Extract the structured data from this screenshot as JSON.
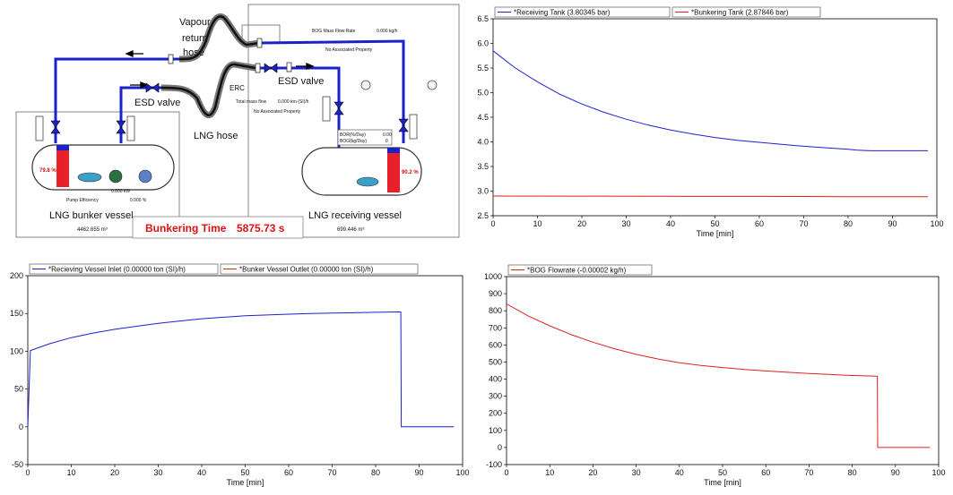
{
  "diagram": {
    "labels": {
      "vapour_return_1": "Vapour",
      "vapour_return_2": "return",
      "vapour_return_3": "hose",
      "bog_mass_flow_rate": "BOG Mass Flow Rate",
      "bog_mass_flow_value": "0.000 kg/h",
      "no_assoc_top": "No Associated Property",
      "erc": "ERC",
      "esd_valve_right": "ESD valve",
      "esd_valve_left": "ESD valve",
      "total_mass_flow": "Total mass flow",
      "total_mass_flow_value": "0.000 ton (SI)/h",
      "no_assoc_mid": "No Associated Property",
      "lng_hose": "LNG hose",
      "bor_label": "BOR(%/Day)",
      "bor_value": "0.00",
      "bog_label": "BOG(kg/Day)",
      "bog_value": "0",
      "bunker_level": "79.8 %",
      "receiving_level": "90.2 %",
      "pump_power": "0.000 kW",
      "pump_efficiency": "Pump Efficiency",
      "pump_efficiency_value": "0.000 %",
      "bunker_vessel": "LNG bunker vessel",
      "bunker_volume": "4462.655 m³",
      "receiving_vessel": "LNG receiving vessel",
      "receiving_volume": "699.446 m³",
      "bunkering_time_label": "Bunkering Time",
      "bunkering_time_value": "5875.73 s"
    },
    "colors": {
      "pipe": "#1a22c8",
      "hose": "#555555",
      "liquid": "#e8202a",
      "timer_text": "#e01010"
    }
  },
  "chart_data": [
    {
      "type": "line",
      "xlabel": "Time [min]",
      "ylabel": "",
      "xlim": [
        0,
        100
      ],
      "ylim": [
        2.5,
        6.5
      ],
      "xticks": [
        0,
        10,
        20,
        30,
        40,
        50,
        60,
        70,
        80,
        90,
        100
      ],
      "yticks": [
        2.5,
        3.0,
        3.5,
        4.0,
        4.5,
        5.0,
        5.5,
        6.0,
        6.5
      ],
      "yformat": 1,
      "grid": false,
      "legend": "top-left",
      "series": [
        {
          "name": "*Receiving Tank (3.80345 bar)",
          "color": "#1f1fd0",
          "x": [
            0,
            5,
            10,
            15,
            20,
            25,
            30,
            35,
            40,
            45,
            50,
            55,
            60,
            65,
            70,
            75,
            80,
            82,
            85,
            90,
            95,
            98
          ],
          "y": [
            5.85,
            5.5,
            5.22,
            4.97,
            4.77,
            4.6,
            4.46,
            4.34,
            4.24,
            4.16,
            4.09,
            4.03,
            3.99,
            3.95,
            3.91,
            3.88,
            3.85,
            3.83,
            3.82,
            3.82,
            3.82,
            3.82
          ]
        },
        {
          "name": "*Bunkering Tank (2.87846 bar)",
          "color": "#e02020",
          "x": [
            0,
            20,
            40,
            60,
            80,
            98
          ],
          "y": [
            2.9,
            2.898,
            2.895,
            2.892,
            2.888,
            2.885
          ]
        }
      ]
    },
    {
      "type": "line",
      "xlabel": "Time [min]",
      "ylabel": "",
      "xlim": [
        0,
        100
      ],
      "ylim": [
        -50,
        200
      ],
      "xticks": [
        0,
        10,
        20,
        30,
        40,
        50,
        60,
        70,
        80,
        90,
        100
      ],
      "yticks": [
        -50,
        0,
        50,
        100,
        150,
        200
      ],
      "yformat": 0,
      "grid": false,
      "legend": "top-left",
      "series": [
        {
          "name": "*Recieving Vessel Inlet (0.00000 ton (SI)/h)",
          "color": "#1f1fd0",
          "x": [
            0,
            0.6,
            5,
            10,
            15,
            20,
            25,
            30,
            35,
            40,
            45,
            50,
            55,
            60,
            65,
            70,
            75,
            80,
            85,
            85.8,
            85.9,
            90,
            95,
            98
          ],
          "y": [
            0,
            101,
            110,
            118,
            124,
            129,
            133,
            137,
            140,
            143,
            145,
            147,
            148,
            149,
            150,
            150.5,
            151,
            151.5,
            152,
            152,
            0,
            0,
            0,
            0
          ]
        },
        {
          "name": "*Bunker Vessel Outlet (0.00000 ton (SI)/h)",
          "color": "#e02020",
          "x": [],
          "y": []
        }
      ]
    },
    {
      "type": "line",
      "xlabel": "Time [min]",
      "ylabel": "",
      "xlim": [
        0,
        100
      ],
      "ylim": [
        -100,
        1000
      ],
      "xticks": [
        0,
        10,
        20,
        30,
        40,
        50,
        60,
        70,
        80,
        90,
        100
      ],
      "yticks": [
        -100,
        0,
        100,
        200,
        300,
        400,
        500,
        600,
        700,
        800,
        900,
        1000
      ],
      "yformat": 0,
      "grid": false,
      "legend": "top-left",
      "series": [
        {
          "name": "*BOG Flowrate (-0.00002 kg/h)",
          "color": "#e02020",
          "x": [
            0,
            5,
            10,
            15,
            20,
            25,
            30,
            35,
            40,
            45,
            50,
            55,
            60,
            65,
            70,
            75,
            80,
            85,
            85.8,
            85.9,
            90,
            95,
            98
          ],
          "y": [
            840,
            770,
            712,
            660,
            616,
            578,
            545,
            518,
            496,
            480,
            468,
            457,
            448,
            440,
            433,
            427,
            421,
            418,
            417,
            0,
            0,
            0,
            0
          ]
        }
      ]
    }
  ]
}
